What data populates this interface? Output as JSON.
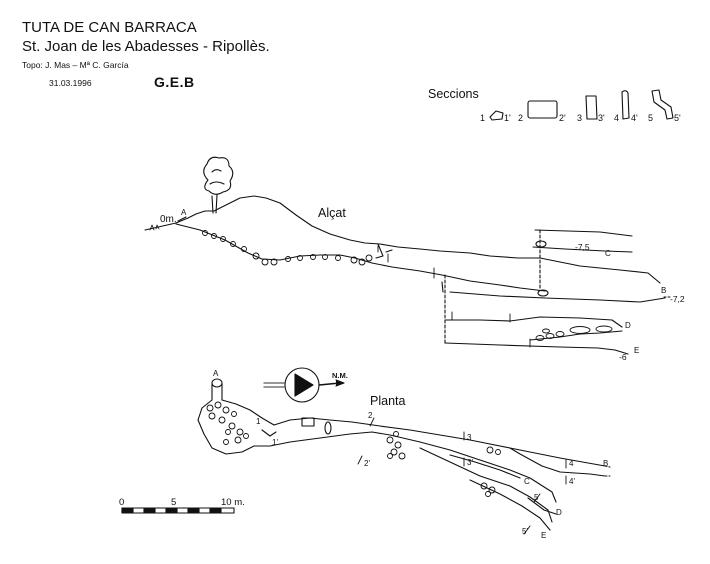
{
  "header": {
    "title": "TUTA DE CAN BARRACA",
    "location": "St. Joan de les Abadesses - Ripollès.",
    "topo": "Topo: J. Mas –  Mª C. García",
    "date": "31.03.1996",
    "group": "G.E.B"
  },
  "sections": {
    "title": "Seccions",
    "labels": [
      "1",
      "1'",
      "2",
      "2'",
      "3",
      "3'",
      "4",
      "4'",
      "5",
      "5'"
    ]
  },
  "profile": {
    "title": "Alçat",
    "entrance_depth": "0m.",
    "points": {
      "a": "A",
      "b": "B",
      "c": "C",
      "d": "D",
      "e": "E"
    },
    "depths": {
      "c": "-7,5",
      "b": "-7,2",
      "e": "-6"
    }
  },
  "plan": {
    "title": "Planta",
    "north": "N.M.",
    "points": {
      "a": "A",
      "b": "B",
      "c": "C",
      "d": "D",
      "e": "E"
    },
    "section_marks": [
      "1",
      "1'",
      "2",
      "2'",
      "3",
      "3'",
      "4",
      "4'",
      "5",
      "5'"
    ]
  },
  "scale": {
    "labels": [
      "0",
      "5",
      "10 m."
    ]
  }
}
